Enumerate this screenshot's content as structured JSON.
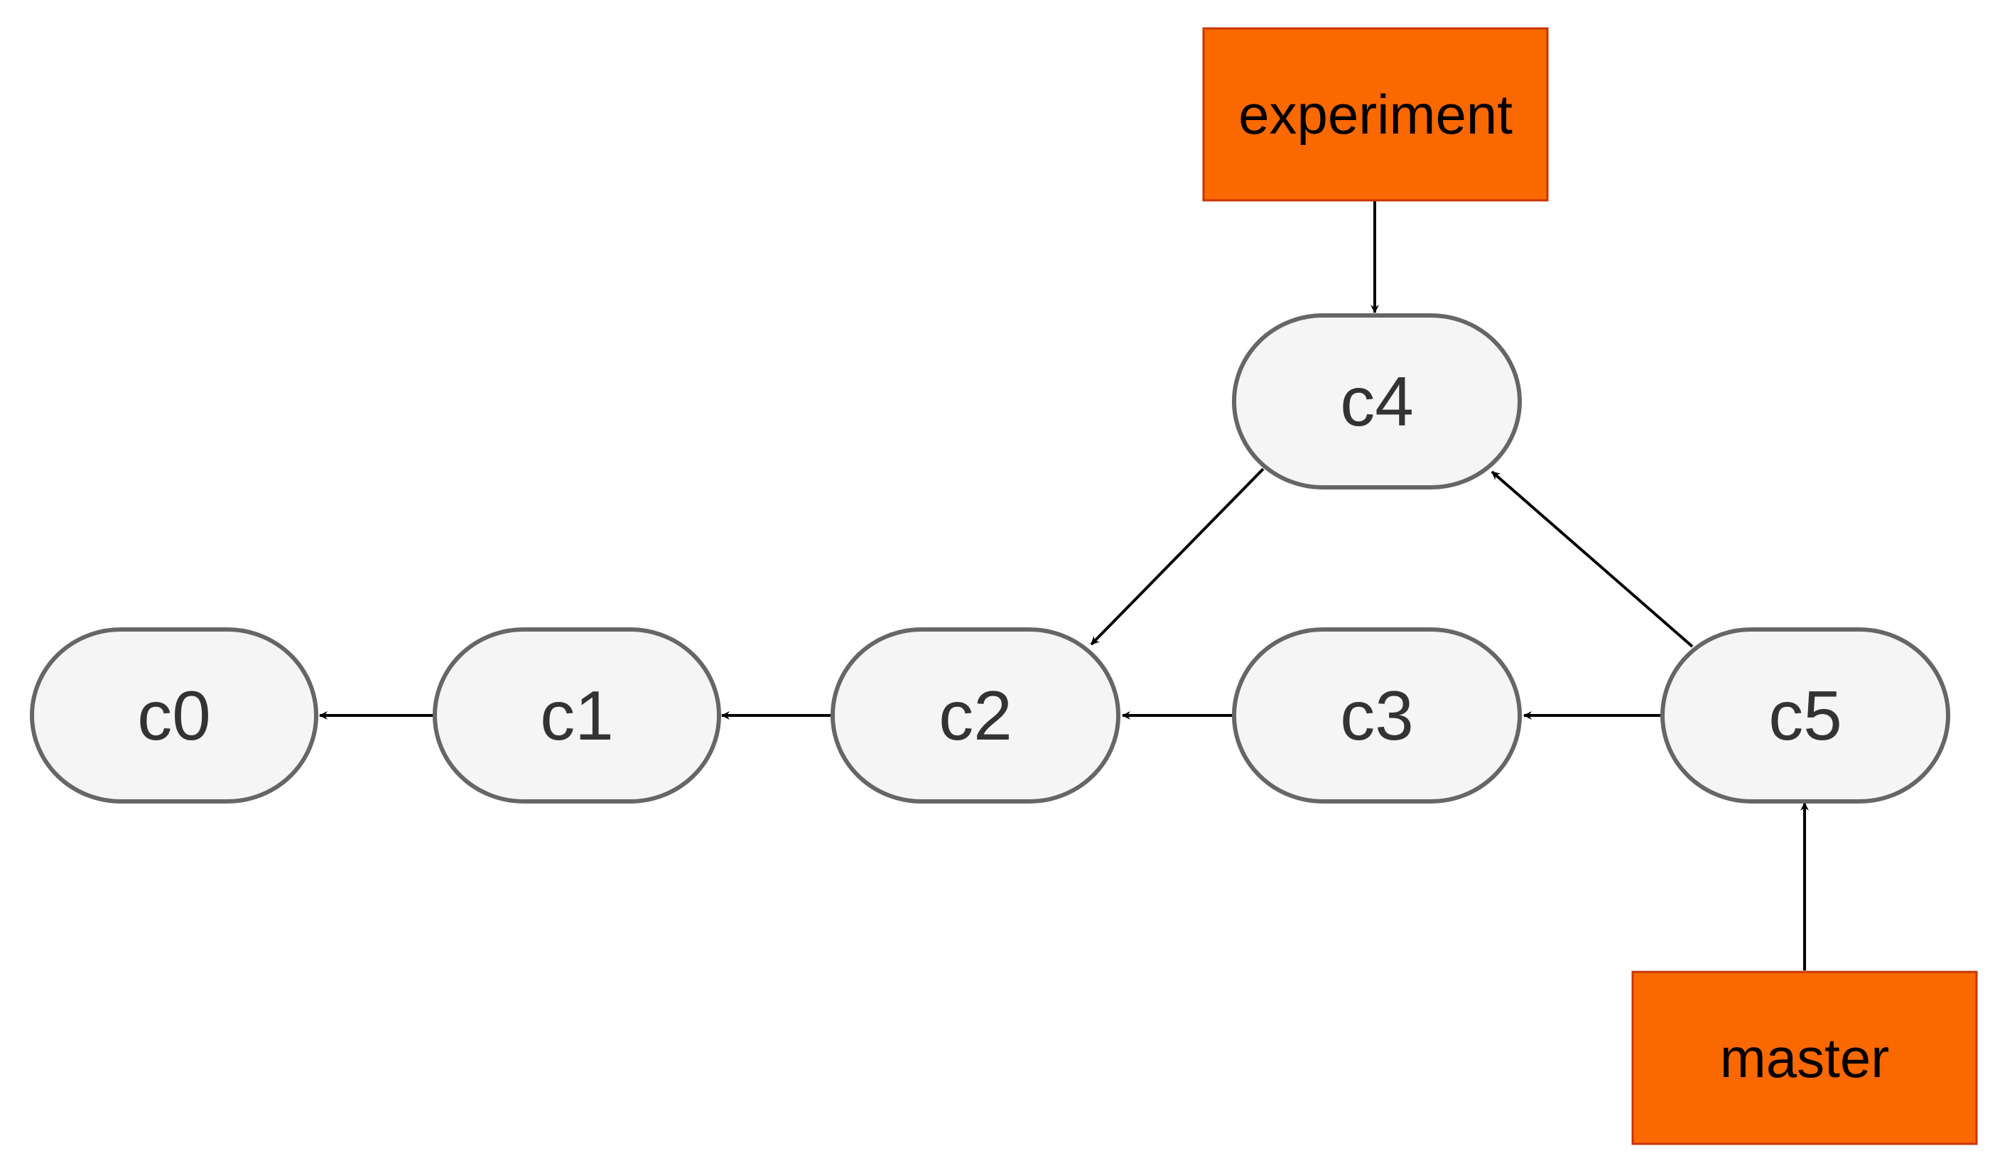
{
  "colors": {
    "commit_fill": "#f5f5f5",
    "commit_stroke": "#666666",
    "branch_fill": "#fa6800",
    "branch_stroke": "#c73500",
    "edge": "#000000"
  },
  "commits": [
    {
      "id": "c0",
      "label": "c0"
    },
    {
      "id": "c1",
      "label": "c1"
    },
    {
      "id": "c2",
      "label": "c2"
    },
    {
      "id": "c3",
      "label": "c3"
    },
    {
      "id": "c4",
      "label": "c4"
    },
    {
      "id": "c5",
      "label": "c5"
    }
  ],
  "branches": [
    {
      "id": "experiment",
      "label": "experiment",
      "points_to": "c4"
    },
    {
      "id": "master",
      "label": "master",
      "points_to": "c5"
    }
  ],
  "parent_edges": [
    {
      "from": "c1",
      "to": "c0"
    },
    {
      "from": "c2",
      "to": "c1"
    },
    {
      "from": "c3",
      "to": "c2"
    },
    {
      "from": "c5",
      "to": "c3"
    },
    {
      "from": "c4",
      "to": "c2"
    },
    {
      "from": "c5",
      "to": "c4"
    }
  ]
}
